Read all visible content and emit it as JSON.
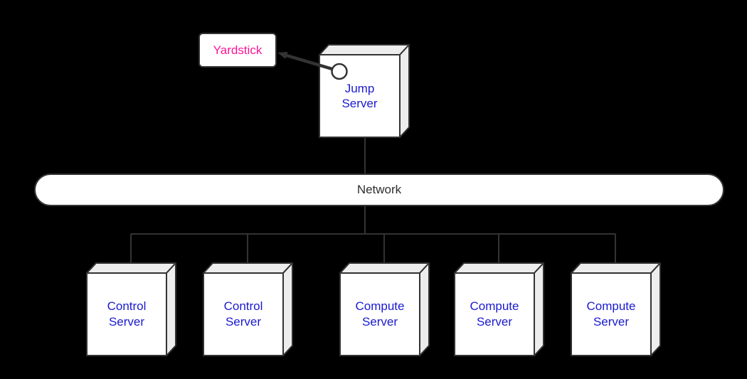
{
  "diagram": {
    "colors": {
      "background": "#000000",
      "stroke": "#333333",
      "node_fill": "#ffffff",
      "node_shade": "#ededed",
      "blue": "#1a1ad1",
      "pink": "#ff1493",
      "dark_text": "#2e2e2e"
    },
    "nodes": {
      "yardstick": {
        "label": "Yardstick"
      },
      "jump_server": {
        "label": "Jump\nServer"
      },
      "network": {
        "label": "Network"
      },
      "servers": [
        {
          "label": "Control\nServer"
        },
        {
          "label": "Control\nServer"
        },
        {
          "label": "Compute\nServer"
        },
        {
          "label": "Compute\nServer"
        },
        {
          "label": "Compute\nServer"
        }
      ]
    }
  }
}
